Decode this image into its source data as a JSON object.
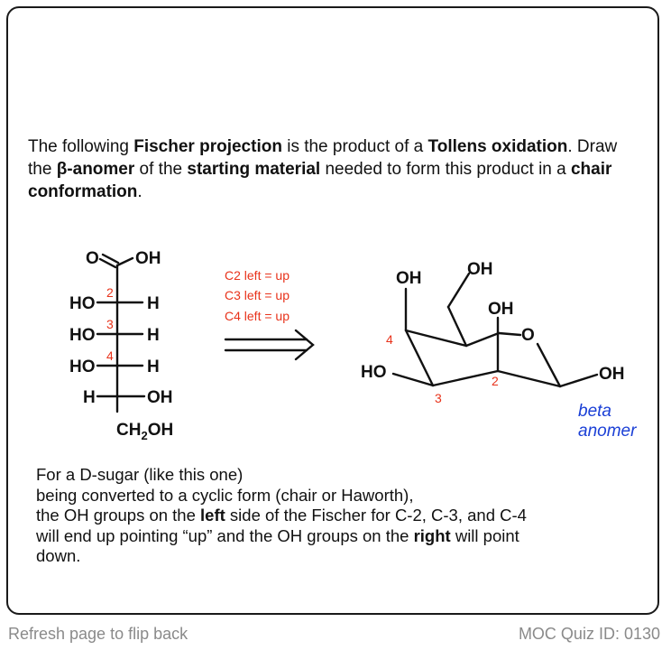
{
  "question": {
    "t1": "The following ",
    "b1": "Fischer projection",
    "t2": " is the product of a ",
    "b2": "Tollens oxidation",
    "t3": ".  Draw the ",
    "b3": "β-anomer",
    "t4": " of the ",
    "b4": "starting material",
    "t5": " needed to form this product in a ",
    "b5": "chair conformation",
    "t6": "."
  },
  "fischer": {
    "top_o": "O",
    "top_oh": "OH",
    "rows": [
      {
        "left": "HO",
        "right": "H",
        "num": "2"
      },
      {
        "left": "HO",
        "right": "H",
        "num": "3"
      },
      {
        "left": "HO",
        "right": "H",
        "num": "4"
      },
      {
        "left": "H",
        "right": "OH",
        "num": ""
      }
    ],
    "bottom_ch": "CH",
    "bottom_sub": "2",
    "bottom_oh": "OH"
  },
  "rules": [
    "C2 left = up",
    "C3 left = up",
    "C4 left = up"
  ],
  "chair": {
    "oh_c4": "OH",
    "ch2oh": "OH",
    "oh_c2": "OH",
    "ring_o": "O",
    "oh_c3": "HO",
    "oh_c1": "OH",
    "num_4": "4",
    "num_3": "3",
    "num_2": "2"
  },
  "anomer_label": [
    "beta",
    "anomer"
  ],
  "explain": {
    "l1": "For a D-sugar (like this  one)",
    "l2": "being converted to a cyclic form (chair or Haworth),",
    "l3a": "the OH groups on the ",
    "l3b": "left",
    "l3c": " side of the Fischer for C-2, C-3, and C-4",
    "l4a": "will end up pointing “up” and the OH groups on the ",
    "l4b": "right",
    "l4c": " will point",
    "l5": "down."
  },
  "footer": {
    "left": "Refresh page to flip back",
    "right": "MOC Quiz ID: 0130"
  }
}
